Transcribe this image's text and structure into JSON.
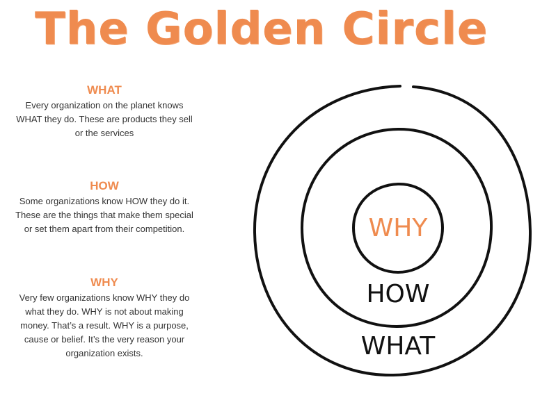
{
  "title": "The Golden Circle",
  "sections": [
    {
      "heading": "WHAT",
      "text": "Every organization on the planet knows WHAT they do. These are products they sell or the services"
    },
    {
      "heading": "HOW",
      "text": "Some organizations know HOW they do it. These are the things that make them special or set them apart from their competition."
    },
    {
      "heading": "WHY",
      "text": "Very few organizations know WHY they do what they do. WHY is not about making money. That’s a result. WHY is a purpose, cause or belief. It’s the very reason your organization exists."
    }
  ],
  "circle_labels": {
    "inner": "WHY",
    "middle": "HOW",
    "outer": "WHAT"
  },
  "colors": {
    "accent": "#ef8b4f",
    "text": "#333333",
    "stroke": "#111111"
  }
}
